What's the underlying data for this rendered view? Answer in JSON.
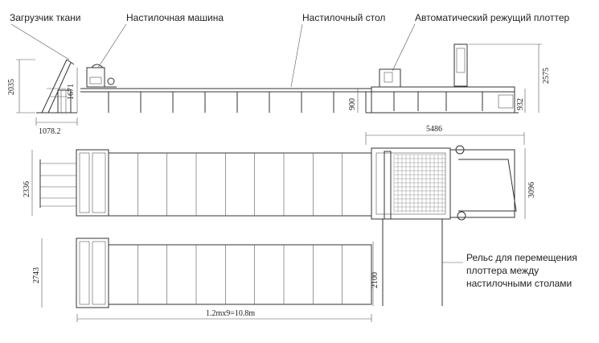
{
  "labels": {
    "fabric_loader": "Загрузчик ткани",
    "spreading_machine": "Настилочная машина",
    "spreading_table": "Настилочный стол",
    "auto_cutting_plotter": "Автоматический режущий плоттер",
    "rail_line1": "Рельс для перемещения",
    "rail_line2": "плоттера между",
    "rail_line3": "настилочными столами"
  },
  "dimensions": {
    "height_loader": "2035",
    "height_machine": "1671",
    "loader_width": "1078.2",
    "table_height": "900",
    "plotter_table_height": "932",
    "plotter_height": "2575",
    "plotter_length": "5486",
    "plotter_width": "3096",
    "table1_width": "2336",
    "table2_width": "2743",
    "rail_span": "2100",
    "table_length": "1.2mx9=10.8m"
  }
}
